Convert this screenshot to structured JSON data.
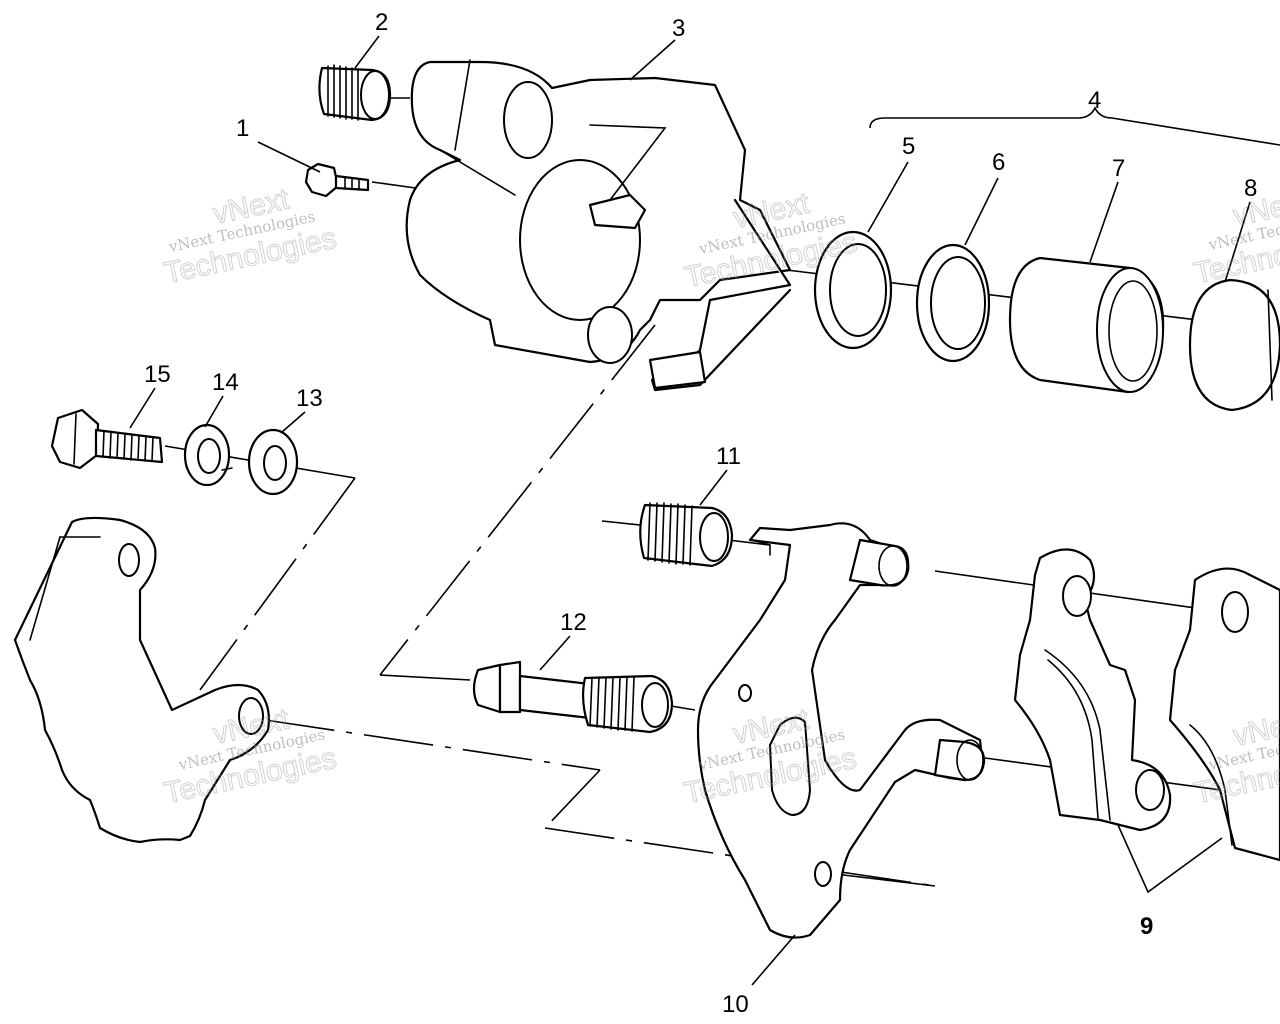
{
  "callouts": {
    "c1": "1",
    "c2": "2",
    "c3": "3",
    "c4": "4",
    "c5": "5",
    "c6": "6",
    "c7": "7",
    "c8": "8",
    "c9": "9",
    "c10": "10",
    "c11": "11",
    "c12": "12",
    "c13": "13",
    "c14": "14",
    "c15": "15"
  },
  "watermark": {
    "line1": "vNext Technologies",
    "brand_top": "vNext",
    "brand_bottom": "Technologies"
  }
}
